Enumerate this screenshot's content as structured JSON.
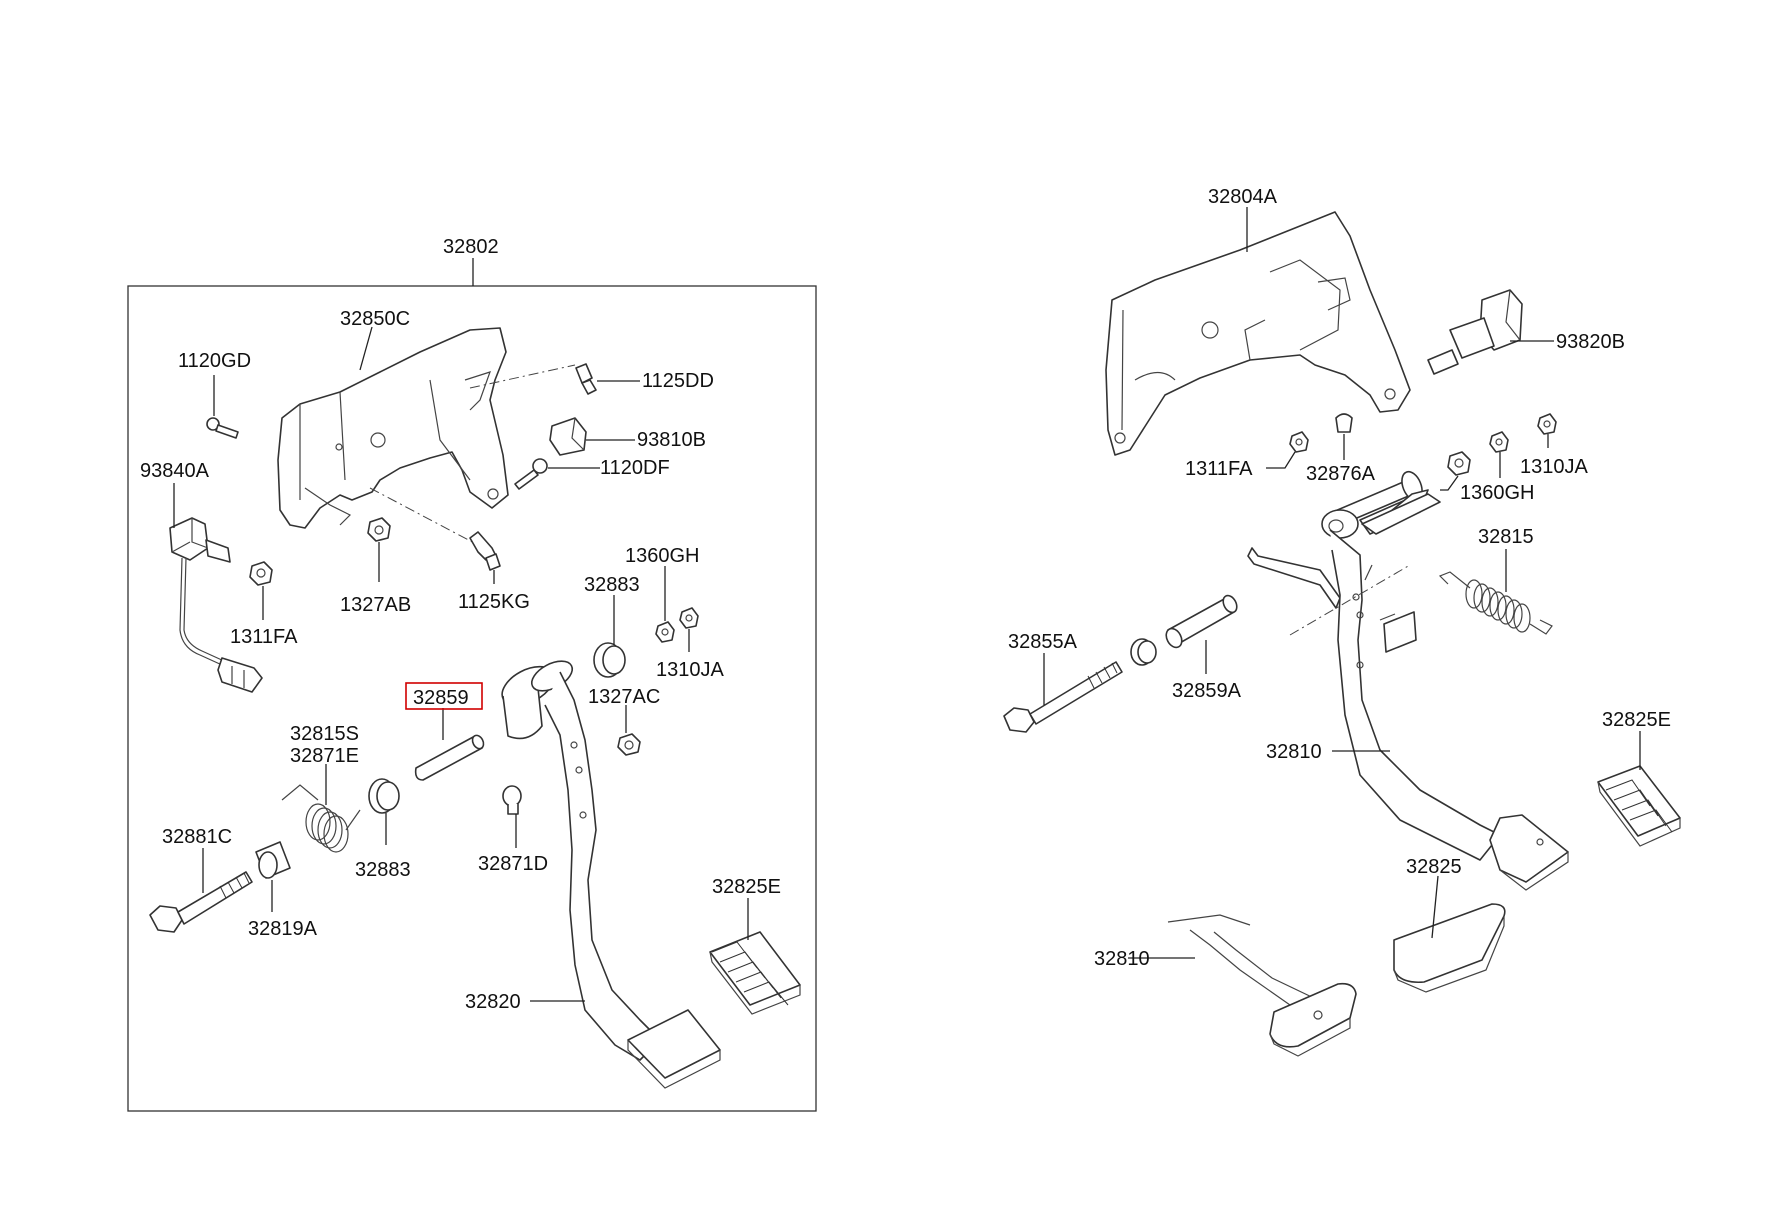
{
  "labels": {
    "assembly_main": "32802",
    "bracket_left": "32850C",
    "bolt_1120GD": "1120GD",
    "bolt_1125DD": "1125DD",
    "switch_93810B": "93810B",
    "bolt_1120DF": "1120DF",
    "switch_93840A": "93840A",
    "nut_1327AB": "1327AB",
    "bolt_1125KG": "1125KG",
    "nut_1311FA_left": "1311FA",
    "nut_1360GH_left": "1360GH",
    "bushing_32883_top": "32883",
    "nut_1310JA_left": "1310JA",
    "sleeve_32859": "32859",
    "nut_1327AC": "1327AC",
    "spring_32815S": "32815S",
    "spring_32871E": "32871E",
    "bushing_32883_bottom": "32883",
    "stopper_32871D": "32871D",
    "bolt_32881C": "32881C",
    "collar_32819A": "32819A",
    "pad_32825E_left": "32825E",
    "pedal_32820": "32820",
    "bracket_right": "32804A",
    "switch_93820B": "93820B",
    "nut_1311FA_right": "1311FA",
    "stopper_32876A": "32876A",
    "nut_1310JA_right": "1310JA",
    "nut_1360GH_right": "1360GH",
    "spring_32815": "32815",
    "bolt_32855A": "32855A",
    "sleeve_32859A": "32859A",
    "pedal_32810_top": "32810",
    "pad_32825E_right": "32825E",
    "pad_32825": "32825",
    "pedal_32810_bottom": "32810"
  },
  "highlight": {
    "part": "32859",
    "color": "#d00000"
  }
}
